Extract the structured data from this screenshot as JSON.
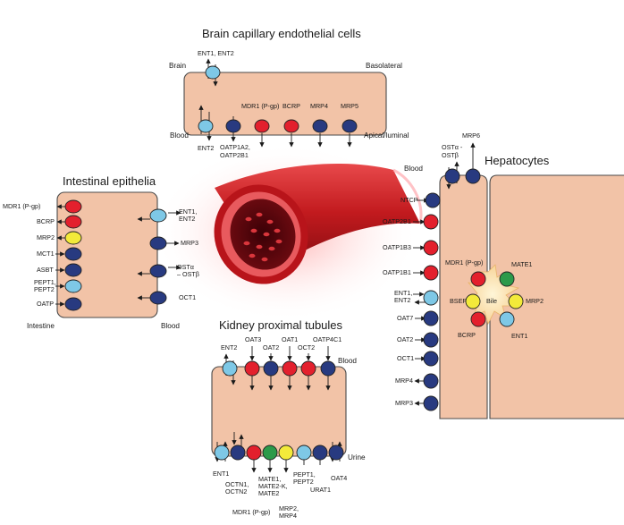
{
  "colors": {
    "red": "#e3202d",
    "navy": "#283a80",
    "cyan": "#7ec8e6",
    "yellow": "#f3ea3a",
    "green": "#2c9a4a",
    "cell": "#f2c3a7"
  },
  "brain": {
    "title": "Brain capillary endothelial cells",
    "brain_label": "Brain",
    "basolateral_label": "Basolateral",
    "blood_label": "Blood",
    "apical_label": "Apical/luminal",
    "ent_top": "ENT1, ENT2",
    "ent2": "ENT2",
    "oatp_l1": "OATP1A2,",
    "oatp_l2": "OATP2B1",
    "mdr1": "MDR1 (P-gp)",
    "bcrp": "BCRP",
    "mrp4": "MRP4",
    "mrp5": "MRP5"
  },
  "intestinal": {
    "title": "Intestinal epithelia",
    "intestine_label": "Intestine",
    "blood_label": "Blood",
    "left": [
      "MDR1 (P-gp)",
      "BCRP",
      "MRP2",
      "MCT1",
      "ASBT",
      "PEPT1,",
      "PEPT2",
      "OATP"
    ],
    "ent_l1": "ENT1,",
    "ent_l2": "ENT2",
    "mrp3": "MRP3",
    "ost_l1": "OSTα",
    "ost_l2": "– OSTβ",
    "oct1": "OCT1"
  },
  "hepatocytes": {
    "title": "Hepatocytes",
    "blood_label": "Blood",
    "ost_l1": "OSTα -",
    "ost_l2": "OSTβ",
    "mrp6": "MRP6",
    "left": [
      "NTCP",
      "OATP2B1",
      "OATP1B3",
      "OATP1B1",
      "ENT1,",
      "ENT2",
      "OAT7",
      "OAT2",
      "OCT1",
      "MRP4",
      "MRP3"
    ],
    "mdr1": "MDR1 (P-gp)",
    "mate1": "MATE1",
    "bsep": "BSEP",
    "bile": "Bile",
    "mrp2": "MRP2",
    "bcrp": "BCRP",
    "ent1": "ENT1"
  },
  "kidney": {
    "title": "Kidney proximal tubules",
    "blood_label": "Blood",
    "urine_label": "Urine",
    "top": [
      "ENT2",
      "OAT3",
      "OAT2",
      "OAT1",
      "OCT2",
      "OATP4C1"
    ],
    "ent1": "ENT1",
    "octn_l1": "OCTN1,",
    "octn_l2": "OCTN2",
    "mate_l1": "MATE1,",
    "mate_l2": "MATE2-K,",
    "mate_l3": "MATE2",
    "mdr1": "MDR1 (P-gp)",
    "mrp_l1": "MRP2,",
    "mrp_l2": "MRP4",
    "pept_l1": "PEPT1,",
    "pept_l2": "PEPT2",
    "urat1": "URAT1",
    "oat4": "OAT4"
  }
}
